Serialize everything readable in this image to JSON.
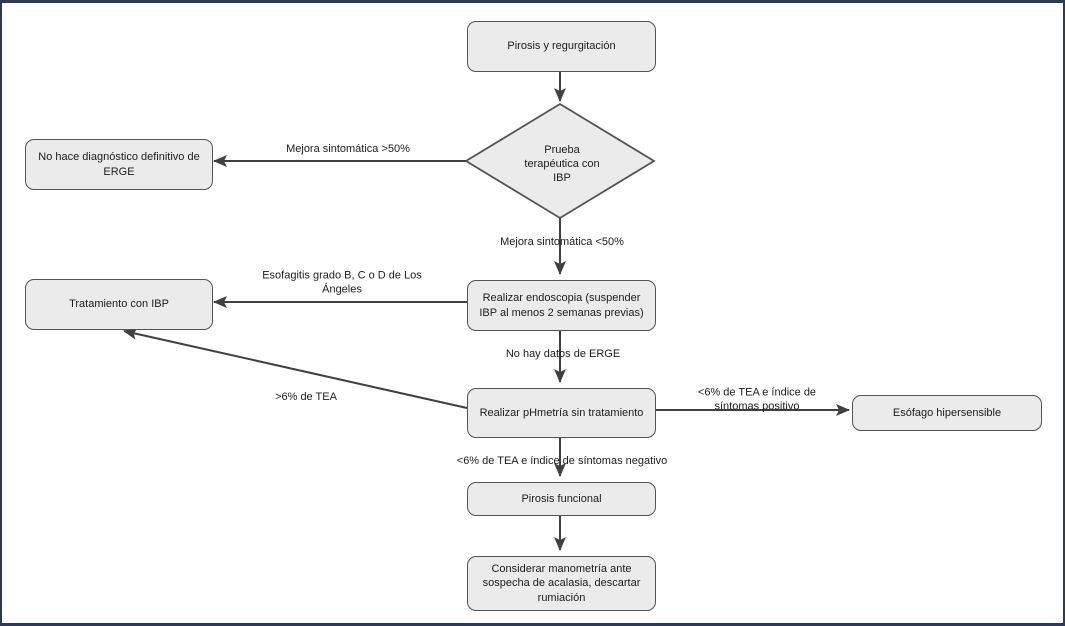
{
  "flowchart": {
    "nodes": {
      "pirosis_regurgitacion": {
        "label": "Pirosis y regurgitación",
        "shape": "rounded-rect"
      },
      "prueba_terapeutica": {
        "label": "Prueba terapéutica con IBP",
        "shape": "diamond"
      },
      "no_diagnostico": {
        "label": "No hace diagnóstico definitivo de ERGE",
        "shape": "rounded-rect"
      },
      "endoscopia": {
        "label": "Realizar endoscopia (suspender IBP al menos 2 semanas previas)",
        "shape": "rounded-rect"
      },
      "tratamiento_ibp": {
        "label": "Tratamiento con IBP",
        "shape": "rounded-rect"
      },
      "phmetria": {
        "label": "Realizar pHmetría sin tratamiento",
        "shape": "rounded-rect"
      },
      "esofago_hipersensible": {
        "label": "Esófago hipersensible",
        "shape": "rounded-rect"
      },
      "pirosis_funcional": {
        "label": "Pirosis funcional",
        "shape": "rounded-rect"
      },
      "manometria": {
        "label": "Considerar manometría ante sospecha de acalasia, descartar rumiación",
        "shape": "rounded-rect"
      }
    },
    "edge_labels": {
      "mejora_mayor_50": "Mejora sintomática >50%",
      "mejora_menor_50": "Mejora sintomática <50%",
      "esofagitis_grados": "Esofagitis grado B, C o D de Los Ángeles",
      "no_datos_erge": "No hay datos de ERGE",
      "tea_positivo": "<6% de TEA e índice de síntomas positivo",
      "tea_mayor_6": ">6% de TEA",
      "tea_negativo": "<6% de TEA e índice de síntomas negativo"
    },
    "colors": {
      "frame_border": "#2e3a54",
      "node_fill": "#ebebeb",
      "node_border": "#545454",
      "arrow": "#404040",
      "text": "#1c1c1c",
      "background": "#ffffff"
    }
  }
}
